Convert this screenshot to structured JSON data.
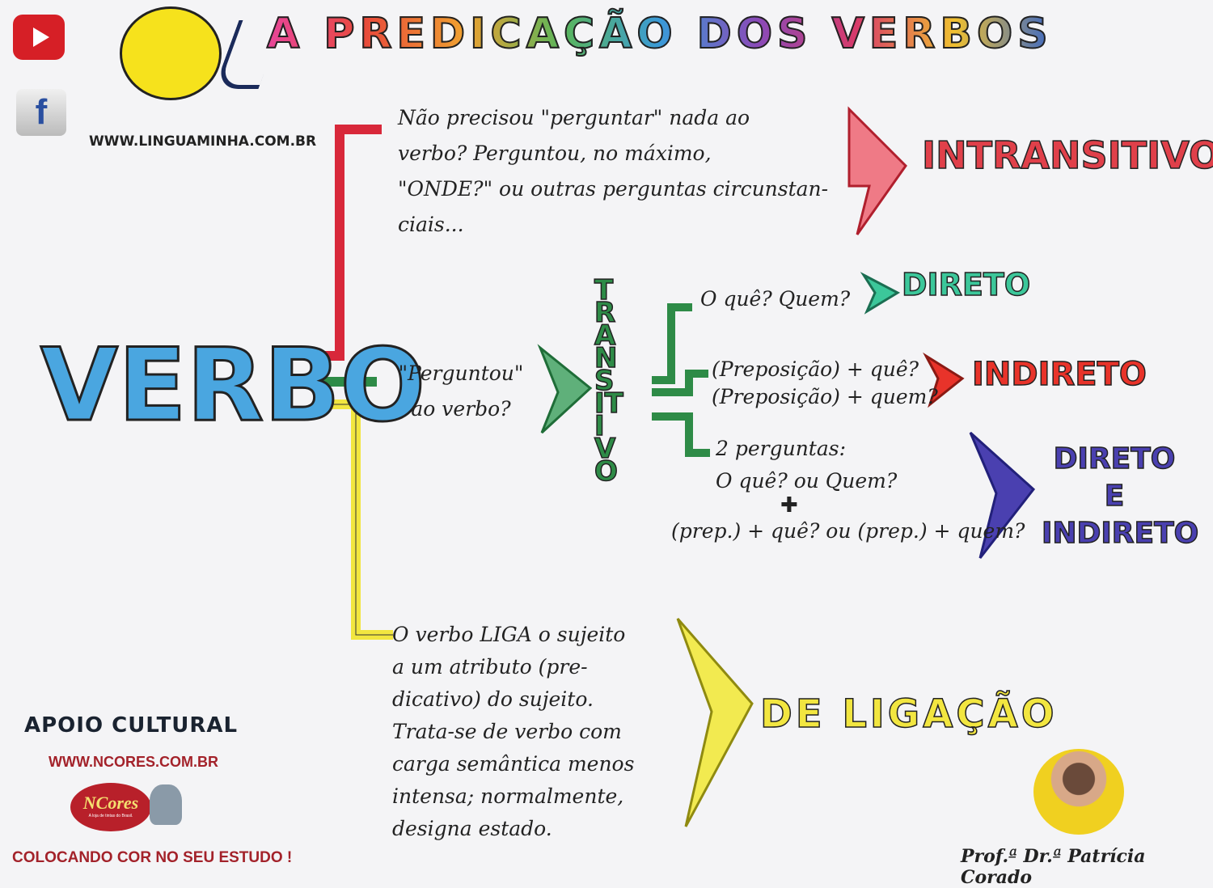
{
  "header": {
    "title": "A PREDICAÇÃO DOS VERBOS",
    "website": "WWW.LINGUAMINHA.COM.BR",
    "icons": [
      "youtube-icon",
      "facebook-icon",
      "lightbulb-head-logo"
    ]
  },
  "root": {
    "label": "VERBO",
    "color": "#4aa6e0"
  },
  "branches": {
    "intransitivo": {
      "description": "Não precisou \"perguntar\" nada ao\nverbo? Perguntou, no máximo,\n\"ONDE?\" ou outras perguntas circunstan-\nciais...",
      "label": "INTRANSITIVO",
      "color": "#e0404a"
    },
    "transitivo": {
      "question": "\"Perguntou\"\nao verbo?",
      "label": "TRANSITIVO",
      "color": "#2e8b47",
      "sub": [
        {
          "question": "O quê? Quem?",
          "label": "DIRETO",
          "color": "#3cc79a"
        },
        {
          "question": "(Preposição) + quê?\n(Preposição) + quem?",
          "label": "INDIRETO",
          "color": "#e8332a"
        },
        {
          "question": "2 perguntas:\nO quê? ou Quem?",
          "plus": "✚",
          "question2": "(prep.) + quê? ou (prep.) + quem?",
          "label": "DIRETO\nE\nINDIRETO",
          "color": "#4a40b0"
        }
      ]
    },
    "ligacao": {
      "description": "O verbo LIGA o sujeito\na um atributo (pre-\ndicativo) do sujeito.\nTrata-se de verbo com\ncarga semântica menos\nintensa; normalmente,\ndesigna estado.",
      "label": "DE LIGAÇÃO",
      "color": "#f2e640"
    }
  },
  "sponsor": {
    "heading": "APOIO CULTURAL",
    "website": "WWW.NCORES.COM.BR",
    "logo_text": "NCores",
    "logo_tagline": "A loja de tintas do Brasil.",
    "slogan": "COLOCANDO COR NO SEU ESTUDO !"
  },
  "author": {
    "name": "Prof.ª Dr.ª Patrícia Corado"
  }
}
